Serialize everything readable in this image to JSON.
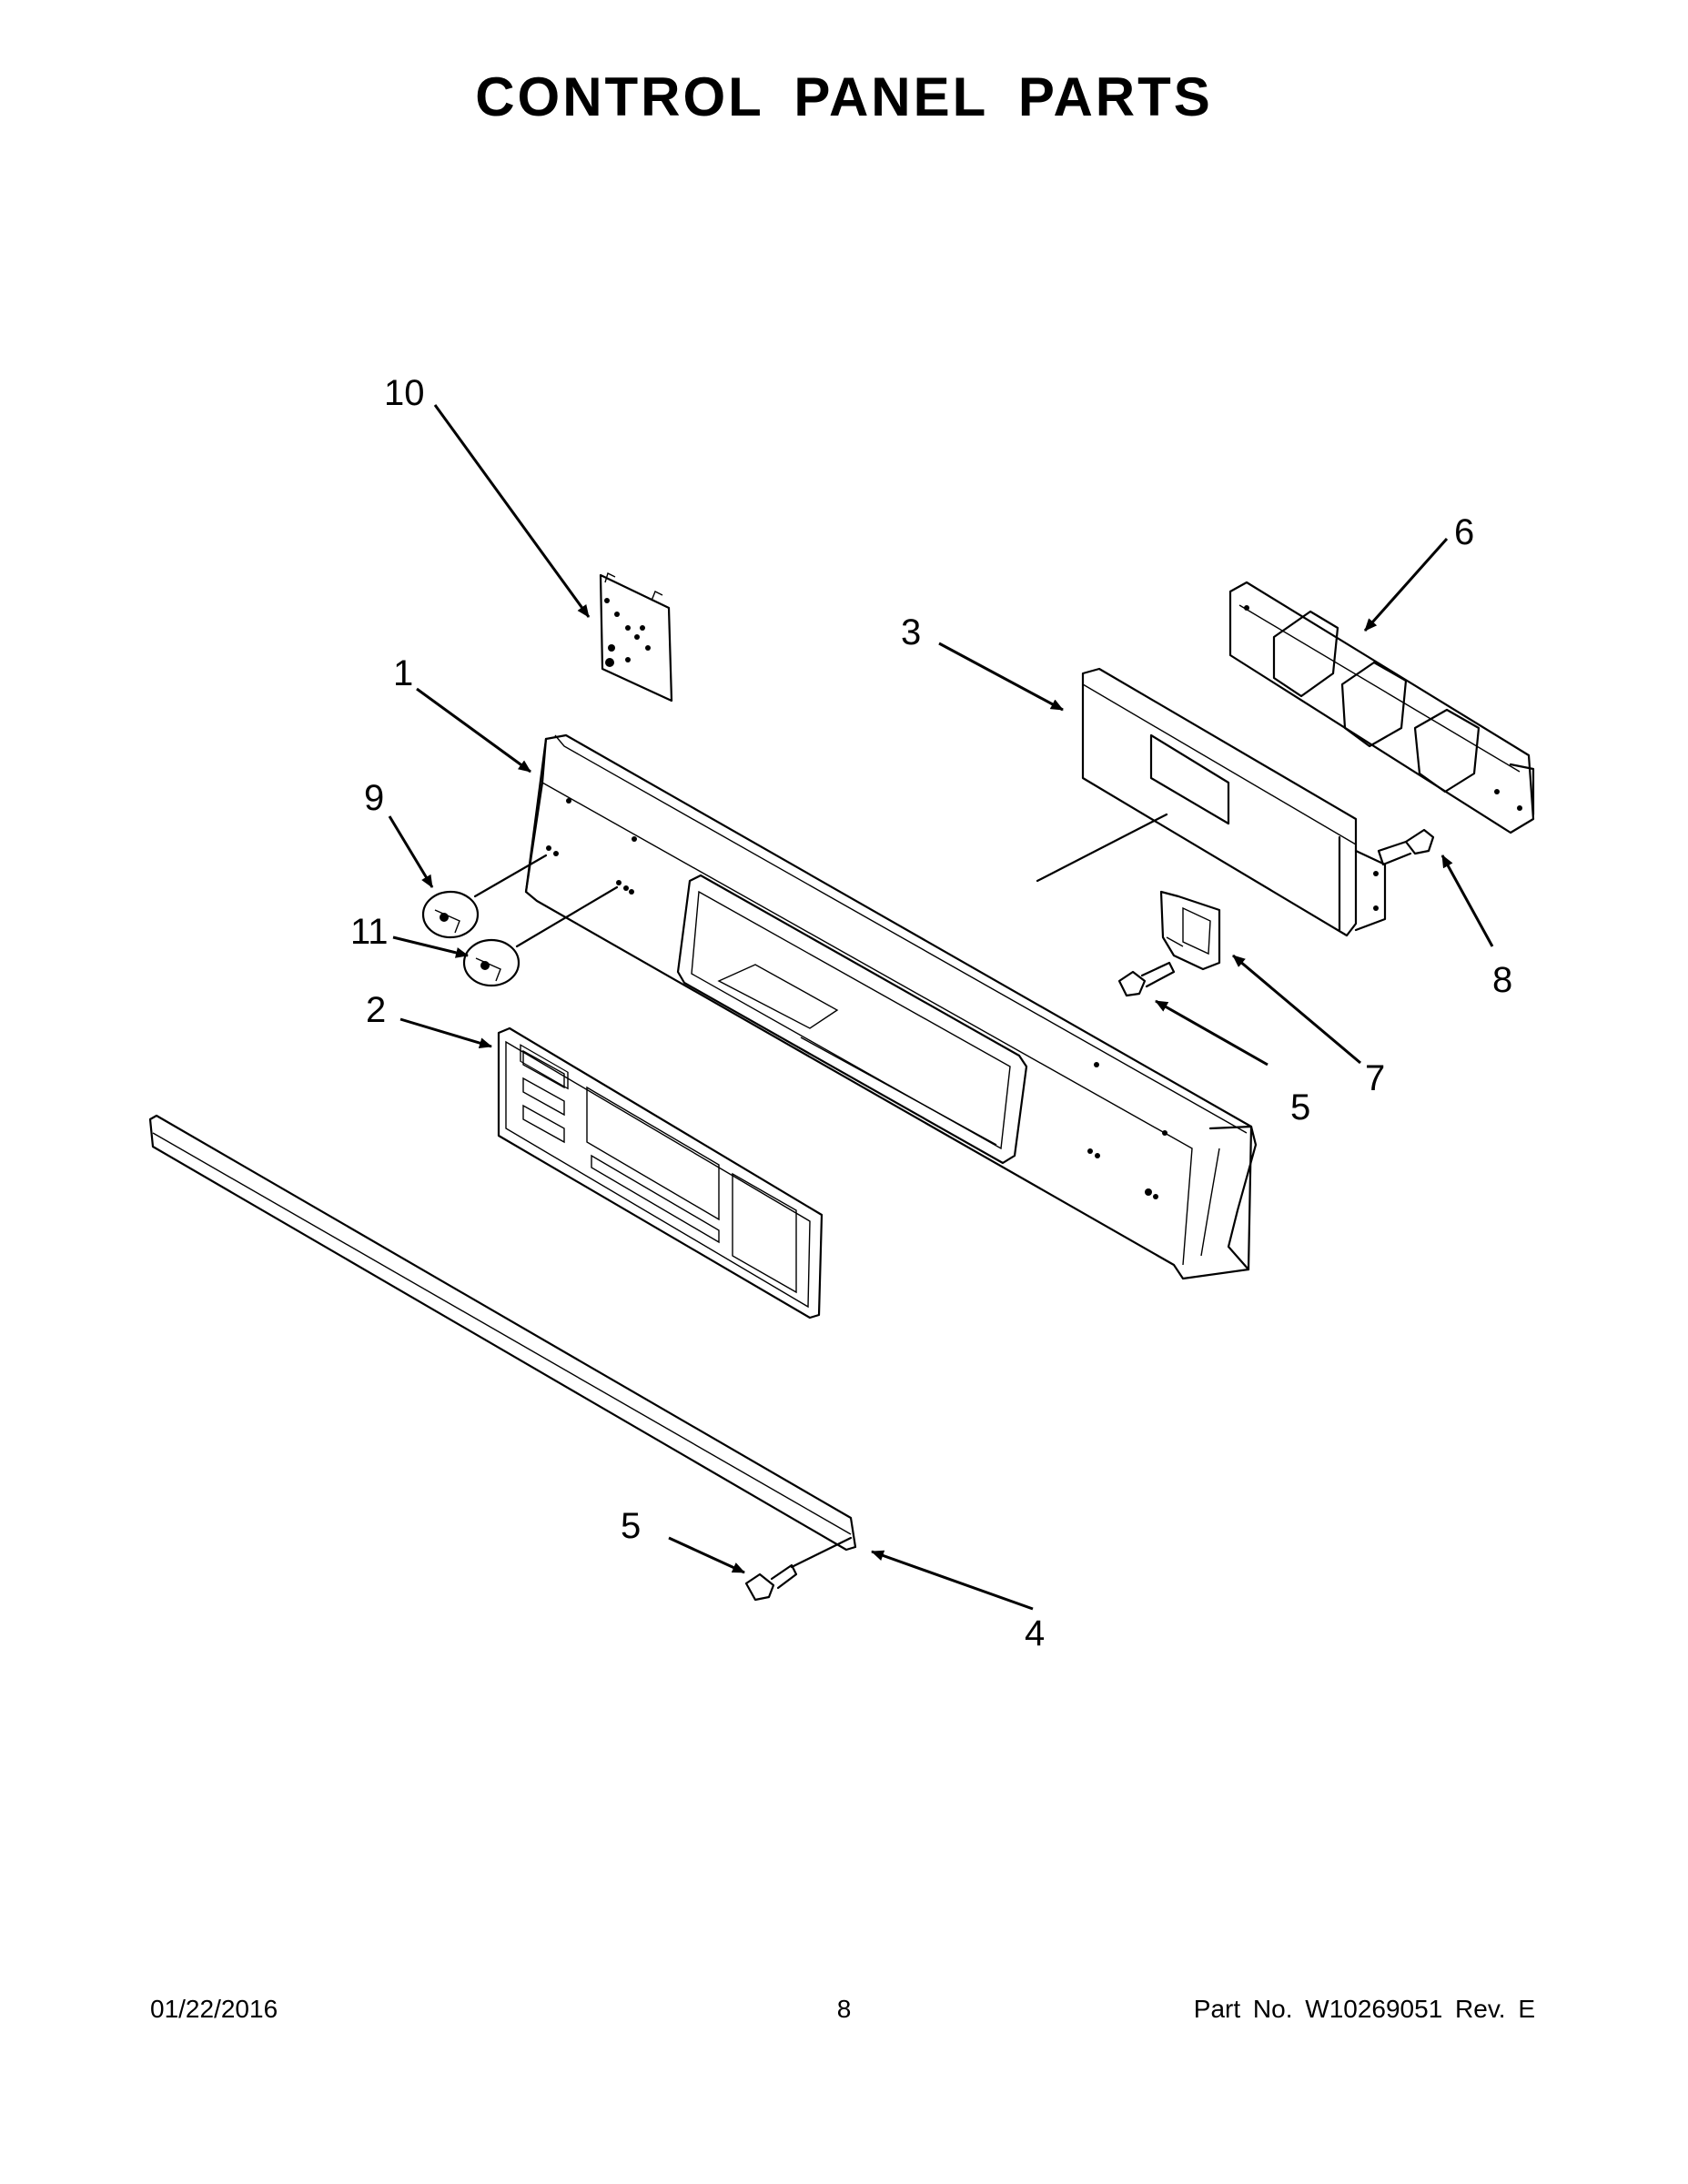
{
  "title": "CONTROL PANEL PARTS",
  "callouts": {
    "c1": "1",
    "c2": "2",
    "c3": "3",
    "c4": "4",
    "c5a": "5",
    "c5b": "5",
    "c6": "6",
    "c7": "7",
    "c8": "8",
    "c9": "9",
    "c10": "10",
    "c11": "11"
  },
  "footer": {
    "date": "01/22/2016",
    "page": "8",
    "part": "Part No.  W10269051  Rev.  E"
  }
}
